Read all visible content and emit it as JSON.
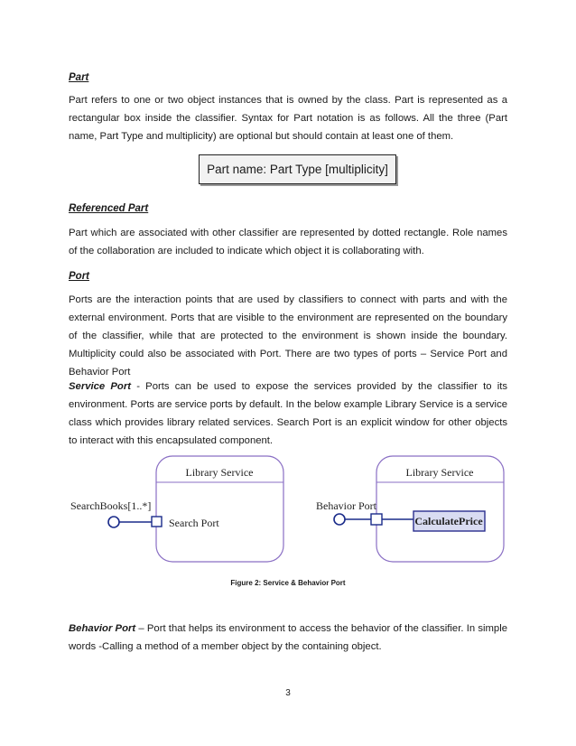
{
  "part": {
    "heading": "Part",
    "paragraph": "Part refers to one or two object instances that is owned by the class. Part is represented as a rectangular box inside the classifier. Syntax for Part notation is as follows. All the three (Part name, Part Type and multiplicity) are optional but should contain at least one of them.",
    "notation": "Part name: Part Type [multiplicity]"
  },
  "referenced_part": {
    "heading": "Referenced Part",
    "paragraph": "Part which are associated with other classifier are represented by dotted rectangle. Role names of the collaboration are included to indicate which object it is collaborating with."
  },
  "port": {
    "heading": "Port",
    "paragraph": "Ports are the interaction points that are used by classifiers to connect with parts and with the external environment. Ports that are visible to the environment are represented on the boundary of the classifier, while that are protected to the environment is shown inside the boundary. Multiplicity could also be associated with Port. There are two types of ports – Service Port and Behavior Port"
  },
  "service_port": {
    "lead": "Service Port",
    "text": " - Ports can be used to expose the services provided by the classifier to its environment. Ports are service ports by default. In the below example Library Service is a service class which provides library related services. Search Port is an explicit window for other objects to interact with this encapsulated component."
  },
  "diagram": {
    "left": {
      "class_name": "Library Service",
      "interface_label": "SearchBooks[1..*]",
      "port_label": "Search Port"
    },
    "right": {
      "class_name": "Library Service",
      "port_label": "Behavior Port",
      "part_label": "CalculatePrice"
    },
    "colors": {
      "border": "#8a6fc4",
      "part_fill": "#d9dcf2",
      "connector": "#1a2b8a"
    }
  },
  "caption": "Figure 2: Service & Behavior Port",
  "behavior_port": {
    "lead": "Behavior Port",
    "text": " – Port that helps its environment to access the behavior of the classifier. In simple words -Calling a method of a member object by the containing object."
  },
  "page_number": "3"
}
